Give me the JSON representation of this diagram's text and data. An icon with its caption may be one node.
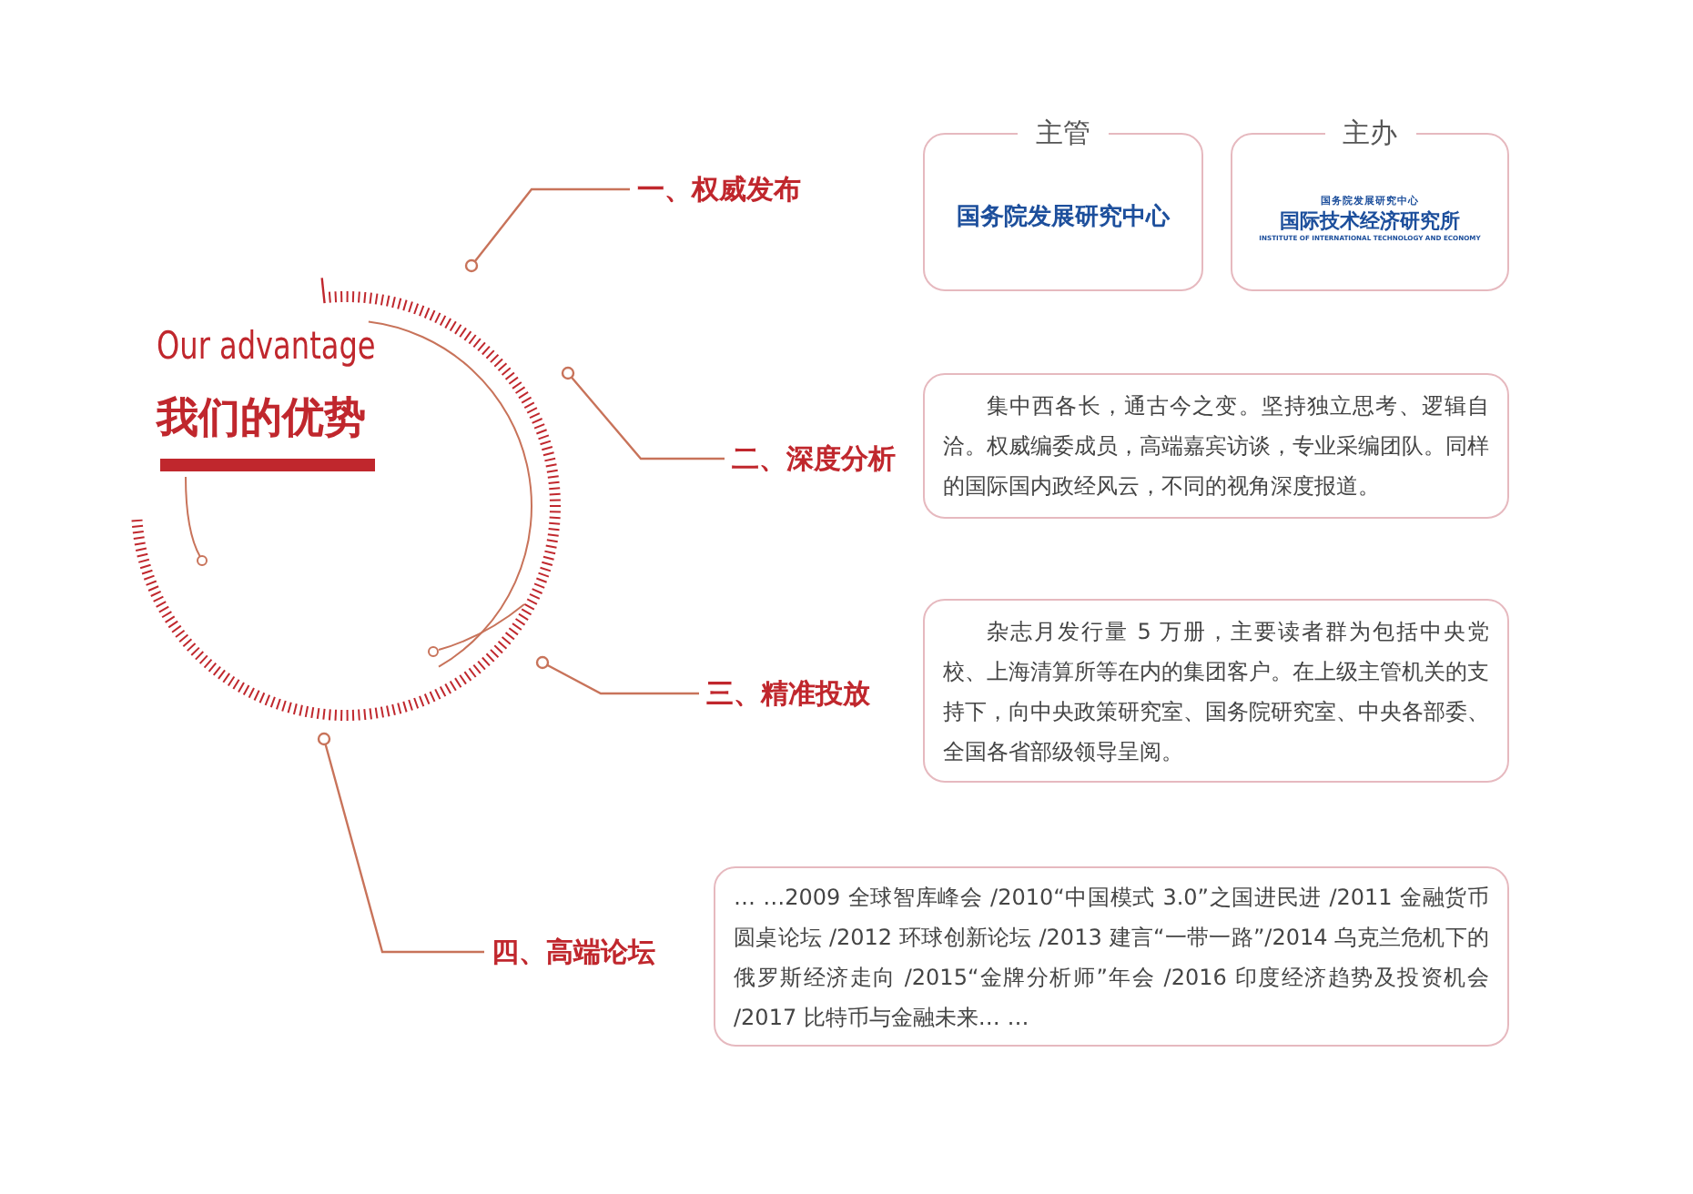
{
  "diagram": {
    "title": "Our advantage",
    "nodes": [
      {
        "text": [
          "一、权威发布"
        ]
      },
      {
        "text": [
          "主管",
          "国务院发展研究中心"
        ]
      },
      {
        "text": [
          "主办",
          "国务院发展研究中心",
          "国际技术经济研究所",
          "INSTITUTE OF INTERNATIONAL TECHNOLOGY AND ECONOMY"
        ]
      },
      {
        "text": [
          "二、深度分析"
        ]
      },
      {
        "text": [
          "集中西各长，通古今之变。坚持独立思考、逻辑自洽。权威编委成员，高端嘉宾访谈，专业采编团队。同样的国际国内政经风云，不同的视角深度报道。"
        ]
      },
      {
        "text": [
          "三、精准投放"
        ]
      },
      {
        "text": [
          "杂志月发行量 5 万册，主要读者群为包括中央党校、上海清算所等在内的集团客户。在上级主管机关的支持下，向中央政策研究室、国务院研究室、中央各部委、全国各省部级领导呈阅。"
        ]
      },
      {
        "text": [
          "四、高端论坛"
        ]
      },
      {
        "text": [
          "… …2009 全球智库峰会 /2010“中国模式 3.0”之国进民进 /2011 金融货币圆桌论坛 /2012 环球创新论坛 /2013 建言“一带一路”/2014 乌克兰危机下的俄罗斯经济走向 /2015“金牌分析师”年会 /2016 印度经济趋势及投资机会 /2017 比特币与金融未来… …"
        ]
      },
      {
        "text": [],
        "shape": "circle"
      }
    ],
    "edges": [
      {
        "from": 9,
        "to": 0,
        "arrow": "other"
      },
      {
        "from": 9,
        "to": 3,
        "arrow": "other"
      },
      {
        "from": 9,
        "to": 5,
        "arrow": "other"
      },
      {
        "from": 9,
        "to": 7,
        "arrow": "other"
      }
    ],
    "labels": [
      "我们的优势"
    ]
  }
}
